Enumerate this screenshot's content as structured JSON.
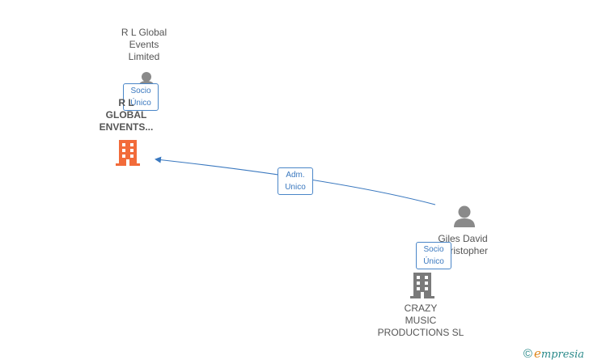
{
  "nodes": {
    "rl_global_limited": {
      "name_lines": [
        "R L Global",
        "Events",
        "Limited"
      ]
    },
    "rl_global_envents": {
      "name_lines": [
        "R L",
        "GLOBAL",
        "ENVENTS..."
      ]
    },
    "giles_david": {
      "name_lines": [
        "Giles David",
        "Christopher"
      ]
    },
    "crazy_music": {
      "name_lines": [
        "CRAZY",
        "MUSIC",
        "PRODUCTIONS SL"
      ]
    }
  },
  "edges": {
    "adm_unico": {
      "label_lines": [
        "Adm.",
        "Unico"
      ]
    },
    "socio_unico_1": {
      "label_lines": [
        "Socio",
        "Único"
      ]
    },
    "socio_unico_2": {
      "label_lines": [
        "Socio",
        "Único"
      ]
    }
  },
  "colors": {
    "highlight_company": "#f26b3a",
    "company": "#7a7a7a",
    "person": "#8a8a8a",
    "edge": "#3a78bf"
  },
  "icons": {
    "person": "person-icon",
    "company": "building-icon"
  },
  "brand": {
    "copyright": "©",
    "initial": "e",
    "rest": "mpresia"
  }
}
